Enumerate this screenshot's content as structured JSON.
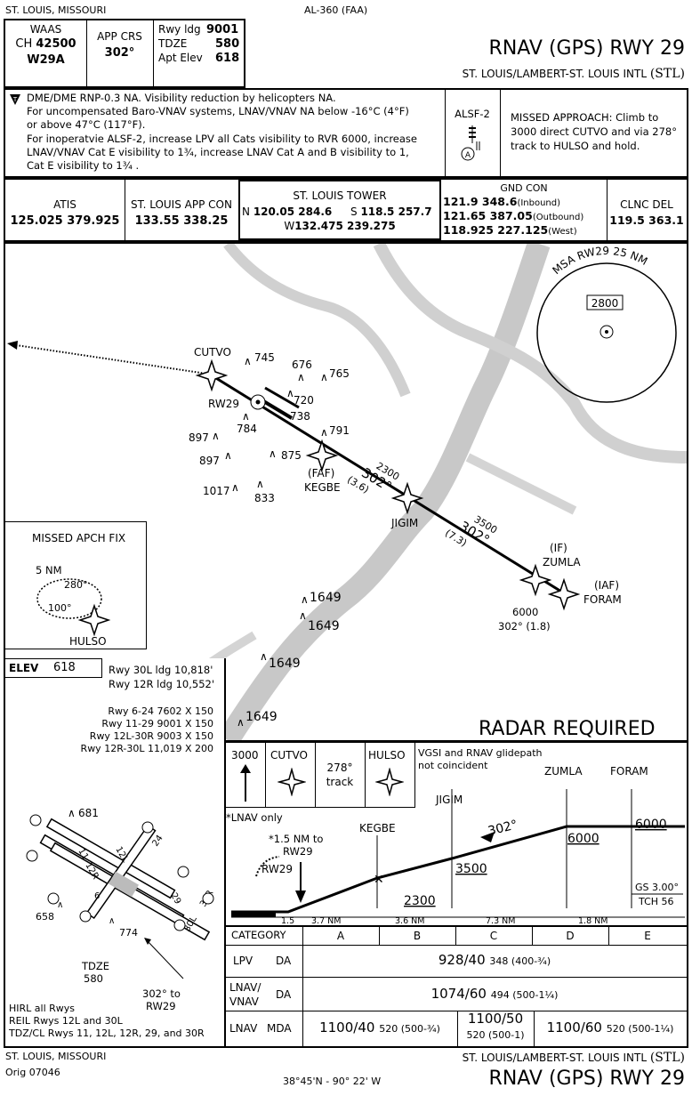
{
  "header": {
    "location": "ST. LOUIS, MISSOURI",
    "chart_id": "AL-360 (FAA)",
    "title": "RNAV (GPS) RWY 29",
    "airport": "ST. LOUIS/LAMBERT-ST. LOUIS INTL",
    "airport_id": "(STL)"
  },
  "info_box": {
    "waas_label": "WAAS",
    "ch_label": "CH",
    "ch_value": "42500",
    "waas_id": "W29A",
    "app_crs_label": "APP CRS",
    "app_crs_value": "302°",
    "rwy_ldg_label": "Rwy ldg",
    "rwy_ldg_value": "9001",
    "tdze_label": "TDZE",
    "tdze_value": "580",
    "apt_elev_label": "Apt Elev",
    "apt_elev_value": "618"
  },
  "notes": {
    "symbol": "T",
    "line1": "DME/DME RNP-0.3 NA.    Visibility reduction by helicopters NA.",
    "line2": "For uncompensated Baro-VNAV systems, LNAV/VNAV NA below -16°C (4°F)",
    "line3": "or above 47°C (117°F).",
    "line4": "For inoperatvie ALSF-2, increase LPV all Cats visibility to RVR 6000, increase",
    "line5": "LNAV/VNAV Cat E visibility to 1¾, increase LNAV Cat A and B visibility to 1,",
    "line6": "Cat E visibility to 1¾ .",
    "alsf": "ALSF-2",
    "alsf_symbol": "A",
    "missed_1": "MISSED APPROACH: Climb to",
    "missed_2": "3000 direct CUTVO and via 278°",
    "missed_3": "track to HULSO and hold."
  },
  "comms": {
    "atis_label": "ATIS",
    "atis_freq": "125.025  379.925",
    "app_label": "ST. LOUIS APP CON",
    "app_freq": "133.55  338.25",
    "tower_label": "ST. LOUIS TOWER",
    "tower_n_prefix": "N",
    "tower_n": "120.05  284.6",
    "tower_s_prefix": "S",
    "tower_s": "118.5  257.7",
    "tower_w_prefix": "W",
    "tower_w": "132.475  239.275",
    "gnd_label": "GND CON",
    "gnd_1": "121.9  348.6",
    "gnd_1_suffix": "(Inbound)",
    "gnd_2": "121.65  387.05",
    "gnd_2_suffix": "(Outbound)",
    "gnd_3": "118.925  227.125",
    "gnd_3_suffix": "(West)",
    "clnc_label": "CLNC DEL",
    "clnc_freq": "119.5  363.1"
  },
  "plan": {
    "msa_label": "MSA RW29 25 NM",
    "msa_alt": "2800",
    "cutvo": "CUTVO",
    "rw29": "RW29",
    "faf": "(FAF)",
    "kegbe": "KEGBE",
    "jigim": "JIGIM",
    "if": "(IF)",
    "zumla": "ZUMLA",
    "iaf": "(IAF)",
    "foram": "FORAM",
    "seg1_alt": "2300",
    "seg1_crs": "302°",
    "seg1_dist": "(3.6)",
    "seg2_alt": "3500",
    "seg2_crs": "302°",
    "seg2_dist": "(7.3)",
    "foram_alt": "6000",
    "foram_crs": "302° (1.8)",
    "obstacles": [
      "745",
      "676",
      "765",
      "720",
      "738",
      "784",
      "791",
      "897",
      "897",
      "875",
      "1017",
      "833",
      "1649",
      "1649",
      "1649",
      "1649"
    ],
    "radar_required": "RADAR REQUIRED",
    "missed_fix_title": "MISSED APCH FIX",
    "missed_fix_dist": "5 NM",
    "missed_fix_in": "280°",
    "missed_fix_out": "100°",
    "hulso": "HULSO"
  },
  "airport_diagram": {
    "elev_label": "ELEV",
    "elev_value": "618",
    "ldg_1": "Rwy 30L ldg 10,818'",
    "ldg_2": "Rwy 12R ldg 10,552'",
    "rwy_1": "Rwy 6-24 7602 X 150",
    "rwy_2": "Rwy 11-29 9001 X 150",
    "rwy_3": "Rwy 12L-30R 9003 X 150",
    "rwy_4": "Rwy 12R-30L 11,019 X 200",
    "obs_681": "681",
    "obs_658": "658",
    "obs_774": "774",
    "tdze_label": "TDZE",
    "tdze_value": "580",
    "crs_to": "302° to",
    "crs_rw": "RW29",
    "rwy_labels": [
      "11",
      "12R",
      "12L",
      "24",
      "29",
      "30R",
      "30L",
      "6"
    ],
    "hirl": "HIRL all Rwys",
    "reil": "REIL Rwys 12L and 30L",
    "tdzcl": "TDZ/CL Rwys 11, 12L, 12R, 29, and 30R"
  },
  "profile": {
    "hold_alt": "3000",
    "cutvo": "CUTVO",
    "track": "278°",
    "track2": "track",
    "hulso": "HULSO",
    "vgsi_1": "VGSI and RNAV glidepath",
    "vgsi_2": "not coincident",
    "jigim": "JIGIM",
    "zumla": "ZUMLA",
    "foram": "FORAM",
    "lnav_only": "*LNAV only",
    "kegbe": "KEGBE",
    "to_rw_1": "*1.5 NM to",
    "to_rw_2": "RW29",
    "rw29": "RW29",
    "alt_2300": "2300",
    "alt_3500": "3500",
    "alt_6000a": "6000",
    "alt_6000b": "6000",
    "crs": "302°",
    "gs": "GS 3.00°",
    "tch": "TCH 56",
    "dists": [
      "1.5",
      "3.7 NM",
      "3.6 NM",
      "7.3 NM",
      "1.8 NM"
    ]
  },
  "minima": {
    "category_label": "CATEGORY",
    "cats": [
      "A",
      "B",
      "C",
      "D",
      "E"
    ],
    "lpv_label": "LPV",
    "lpv_type": "DA",
    "lpv_main": "928/40",
    "lpv_sub": "348 (400-¾)",
    "lnavvnav_label_1": "LNAV/",
    "lnavvnav_label_2": "VNAV",
    "lnavvnav_type": "DA",
    "lnavvnav_main": "1074/60",
    "lnavvnav_sub": "494 (500-1¼)",
    "lnav_label": "LNAV",
    "lnav_type": "MDA",
    "lnav_ab_main": "1100/40",
    "lnav_ab_sub": "520 (500-¾)",
    "lnav_c_main": "1100/50",
    "lnav_c_sub": "520 (500-1)",
    "lnav_de_main": "1100/60",
    "lnav_de_sub": "520 (500-1¼)"
  },
  "footer": {
    "location": "ST. LOUIS, MISSOURI",
    "orig": "Orig  07046",
    "coords": "38°45'N - 90° 22' W",
    "airport": "ST. LOUIS/LAMBERT-ST. LOUIS INTL",
    "airport_id": "(STL)",
    "title": "RNAV (GPS) RWY 29"
  }
}
